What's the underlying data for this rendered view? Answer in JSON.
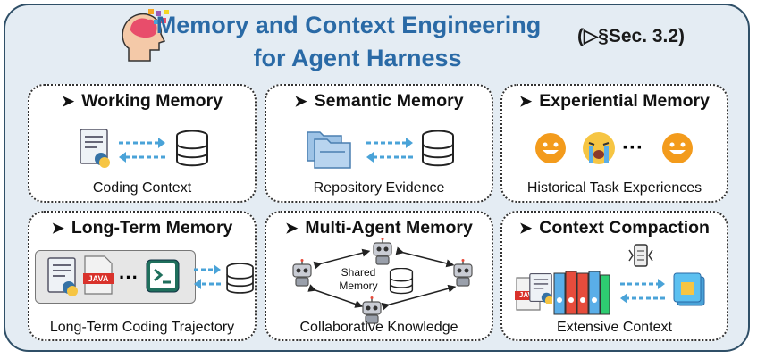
{
  "header": {
    "title_line1": "Memory and Context Engineering",
    "title_line2": "for Agent Harness",
    "section_ref": "(▷§Sec. 3.2)"
  },
  "panels": [
    {
      "title": "Working Memory",
      "caption": "Coding Context"
    },
    {
      "title": "Semantic Memory",
      "caption": "Repository Evidence"
    },
    {
      "title": "Experiential Memory",
      "caption": "Historical Task Experiences"
    },
    {
      "title": "Long-Term Memory",
      "caption": "Long-Term Coding Trajectory"
    },
    {
      "title": "Multi-Agent Memory",
      "caption": "Collaborative Knowledge",
      "center_label": "Shared Memory"
    },
    {
      "title": "Context Compaction",
      "caption": "Extensive Context"
    }
  ],
  "labels": {
    "ellipsis": "···",
    "java": "JAVA"
  },
  "colors": {
    "title": "#2a6aa6",
    "frame_border": "#2f4f67",
    "frame_bg": "#e4ecf3",
    "arrow": "#4aa3d8"
  }
}
